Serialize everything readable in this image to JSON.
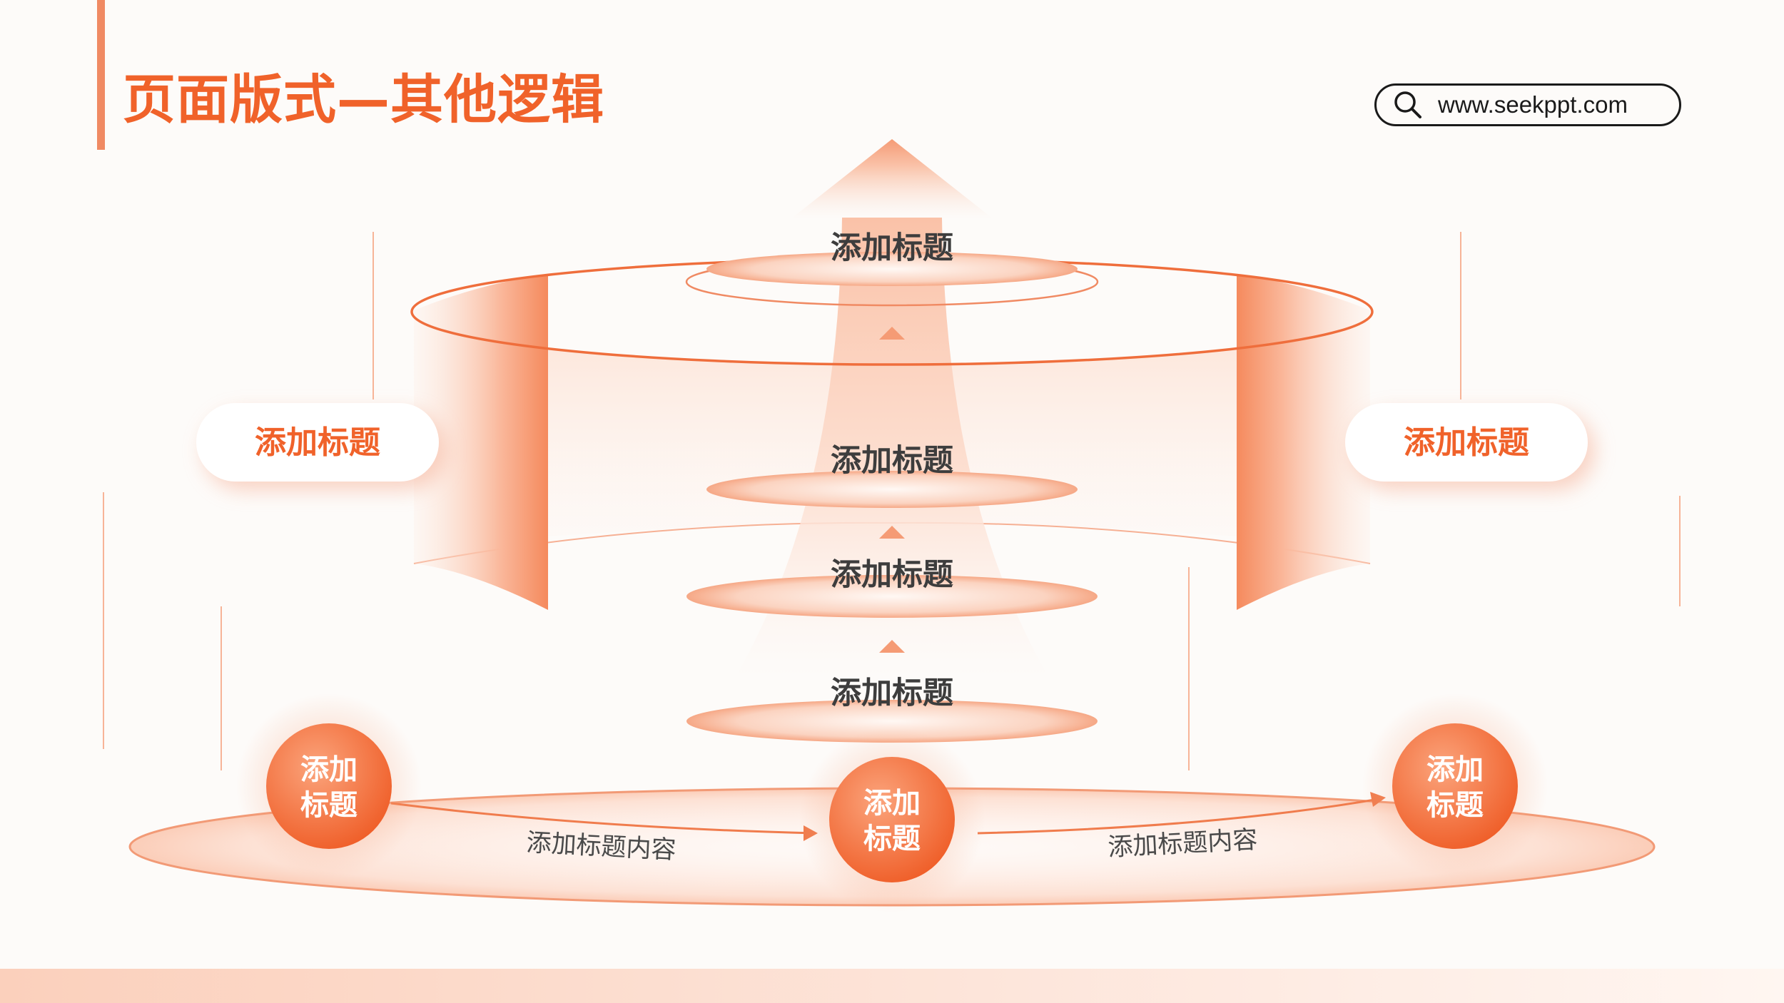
{
  "header": {
    "title": "页面版式—其他逻辑",
    "website": "www.seekppt.com"
  },
  "diagram": {
    "center_stack": [
      "添加标题",
      "添加标题",
      "添加标题",
      "添加标题"
    ],
    "side_pills": {
      "left": "添加标题",
      "right": "添加标题"
    },
    "circles": {
      "left": [
        "添加",
        "标题"
      ],
      "center": [
        "添加",
        "标题"
      ],
      "right": [
        "添加",
        "标题"
      ]
    },
    "arrow_captions": [
      "添加标题内容",
      "添加标题内容"
    ]
  },
  "colors": {
    "accent": "#f0622a",
    "accent_light": "#f8a47f",
    "text_dark": "#3d3d3d",
    "background": "#fdfbf9"
  },
  "icons": [
    "search-icon",
    "up-arrow-icon",
    "chevron-up-icon",
    "right-arrow-icon"
  ]
}
